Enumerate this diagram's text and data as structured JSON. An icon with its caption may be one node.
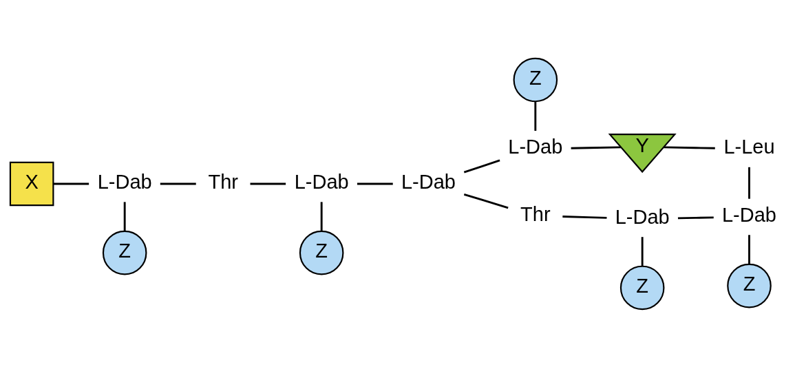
{
  "diagram": {
    "nodes": [
      {
        "text": [
          "Z"
        ]
      },
      {
        "text": [
          "L-Dab"
        ]
      },
      {
        "text": [
          "Y"
        ]
      },
      {
        "text": [
          "L-Leu"
        ]
      },
      {
        "text": [
          "X"
        ]
      },
      {
        "text": [
          "L-Dab"
        ]
      },
      {
        "text": [
          "Thr"
        ]
      },
      {
        "text": [
          "L-Dab"
        ]
      },
      {
        "text": [
          "L-Dab"
        ]
      },
      {
        "text": [
          "Thr"
        ]
      },
      {
        "text": [
          "L-Dab"
        ]
      },
      {
        "text": [
          "L-Dab"
        ]
      },
      {
        "text": [
          "Z"
        ]
      },
      {
        "text": [
          "Z"
        ]
      },
      {
        "text": [
          "Z"
        ]
      },
      {
        "text": [
          "Z"
        ]
      }
    ],
    "edges": [
      {
        "from": 4,
        "to": 5,
        "arrow": "none"
      },
      {
        "from": 5,
        "to": 6,
        "arrow": "none"
      },
      {
        "from": 6,
        "to": 7,
        "arrow": "none"
      },
      {
        "from": 7,
        "to": 8,
        "arrow": "none"
      },
      {
        "from": 8,
        "to": 1,
        "arrow": "none"
      },
      {
        "from": 8,
        "to": 9,
        "arrow": "none"
      },
      {
        "from": 0,
        "to": 1,
        "arrow": "none"
      },
      {
        "from": 1,
        "to": 2,
        "arrow": "none"
      },
      {
        "from": 2,
        "to": 3,
        "arrow": "none"
      },
      {
        "from": 3,
        "to": 11,
        "arrow": "none"
      },
      {
        "from": 9,
        "to": 10,
        "arrow": "none"
      },
      {
        "from": 10,
        "to": 11,
        "arrow": "none"
      },
      {
        "from": 5,
        "to": 12,
        "arrow": "none"
      },
      {
        "from": 7,
        "to": 13,
        "arrow": "none"
      },
      {
        "from": 10,
        "to": 14,
        "arrow": "none"
      },
      {
        "from": 11,
        "to": 15,
        "arrow": "none"
      }
    ]
  }
}
